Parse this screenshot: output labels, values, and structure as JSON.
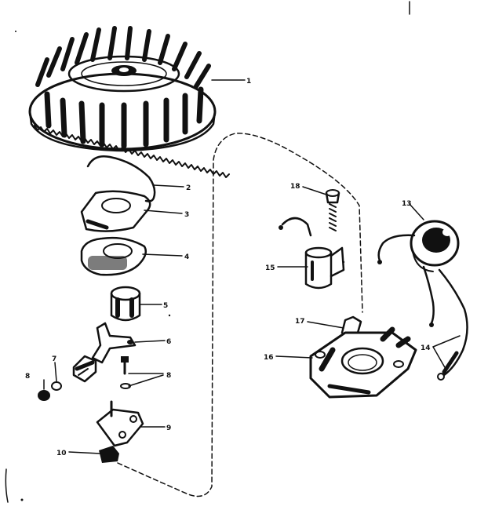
{
  "diagram": {
    "ink_color": "#111111",
    "background": "#ffffff",
    "callouts": [
      {
        "id": "c1",
        "label": "1"
      },
      {
        "id": "c2",
        "label": "2"
      },
      {
        "id": "c3",
        "label": "3"
      },
      {
        "id": "c4",
        "label": "4"
      },
      {
        "id": "c5",
        "label": "5"
      },
      {
        "id": "c6",
        "label": "6"
      },
      {
        "id": "c7",
        "label": "7"
      },
      {
        "id": "c8",
        "label": "8"
      },
      {
        "id": "c8b",
        "label": "8"
      },
      {
        "id": "c9",
        "label": "9"
      },
      {
        "id": "c10",
        "label": "10"
      },
      {
        "id": "c13",
        "label": "13"
      },
      {
        "id": "c14",
        "label": "14"
      },
      {
        "id": "c15",
        "label": "15"
      },
      {
        "id": "c16",
        "label": "16"
      },
      {
        "id": "c17",
        "label": "17"
      },
      {
        "id": "c18",
        "label": "18"
      }
    ]
  }
}
